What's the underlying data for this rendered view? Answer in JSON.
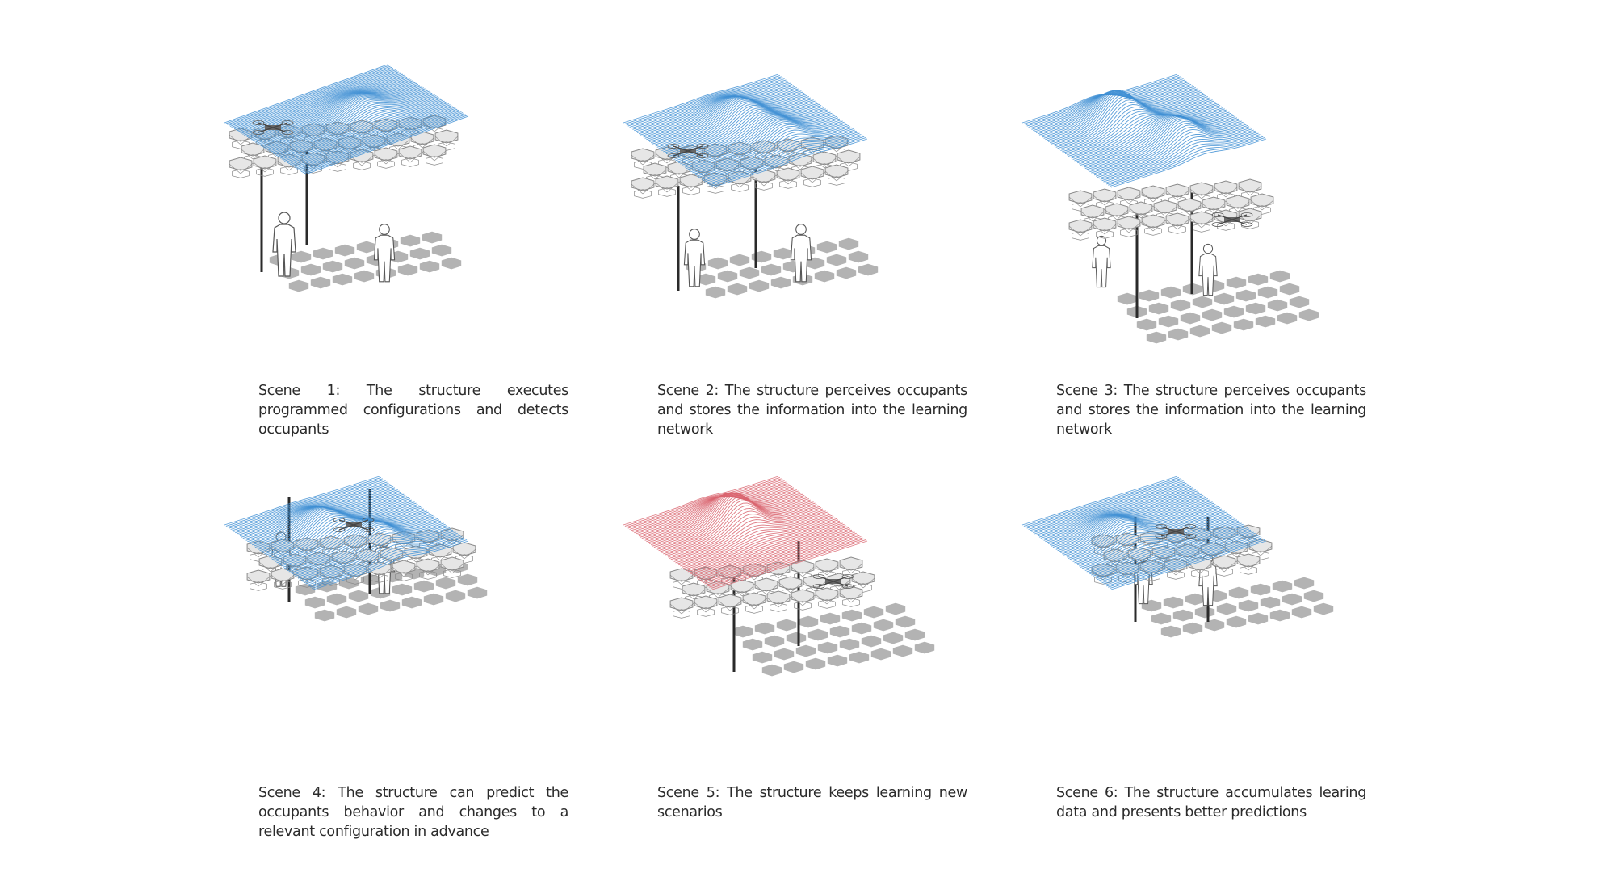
{
  "scenes": [
    {
      "caption": "Scene 1: The structure executes programmed configurations and detects occupants",
      "field_color": "#3f8fd4",
      "variant": 1
    },
    {
      "caption": "Scene 2: The structure perceives occupants and stores the information into the learning network",
      "field_color": "#3f8fd4",
      "variant": 2
    },
    {
      "caption": "Scene 3: The structure perceives occupants and stores the information into the learning network",
      "field_color": "#3f8fd4",
      "variant": 3
    },
    {
      "caption": "Scene 4: The structure can predict the occupants behavior and changes to a relevant configuration in advance",
      "field_color": "#3f8fd4",
      "variant": 4
    },
    {
      "caption": "Scene 5: The structure keeps learning new scenarios",
      "field_color": "#d9646e",
      "variant": 5
    },
    {
      "caption": "Scene 6: The structure accumulates learing data and presents better predictions",
      "field_color": "#3f8fd4",
      "variant": 6
    }
  ],
  "colors": {
    "canopy_fill": "#e6e6e6",
    "canopy_stroke": "#8a8a8a",
    "floor_tile": "#b3b3b3",
    "post": "#2a2a2a",
    "figure_stroke": "#555555",
    "caption_text": "#2b2b2b"
  }
}
